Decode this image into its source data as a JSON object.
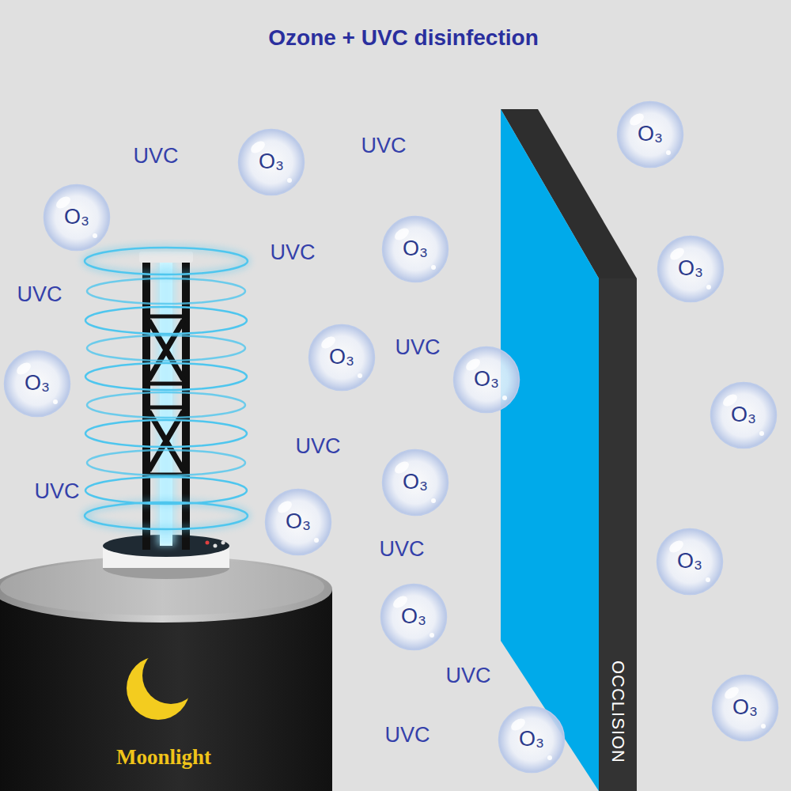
{
  "diagram": {
    "title": "Ozone + UVC disinfection",
    "nodes": [
      {
        "text": [
          "O₃"
        ]
      },
      {
        "text": [
          "O₃"
        ]
      },
      {
        "text": [
          "O₃"
        ]
      },
      {
        "text": [
          "O₃"
        ]
      },
      {
        "text": [
          "O₃"
        ]
      },
      {
        "text": [
          "O₃"
        ]
      },
      {
        "text": [
          "O₃"
        ]
      },
      {
        "text": [
          "O₃"
        ]
      },
      {
        "text": [
          "O₃"
        ]
      },
      {
        "text": [
          "O₃"
        ]
      },
      {
        "text": [
          "O₃"
        ]
      },
      {
        "text": [
          "O₃"
        ]
      },
      {
        "text": [
          "O₃"
        ]
      },
      {
        "text": [
          "O₃"
        ]
      },
      {
        "text": [
          "O₃"
        ]
      },
      {
        "text": [
          "OCCLISION"
        ]
      },
      {
        "text": [
          "Moonlight"
        ]
      }
    ],
    "labels": [
      "UVC",
      "UVC",
      "UVC",
      "UVC",
      "UVC",
      "UVC",
      "UVC",
      "UVC",
      "UVC",
      "UVC"
    ]
  }
}
